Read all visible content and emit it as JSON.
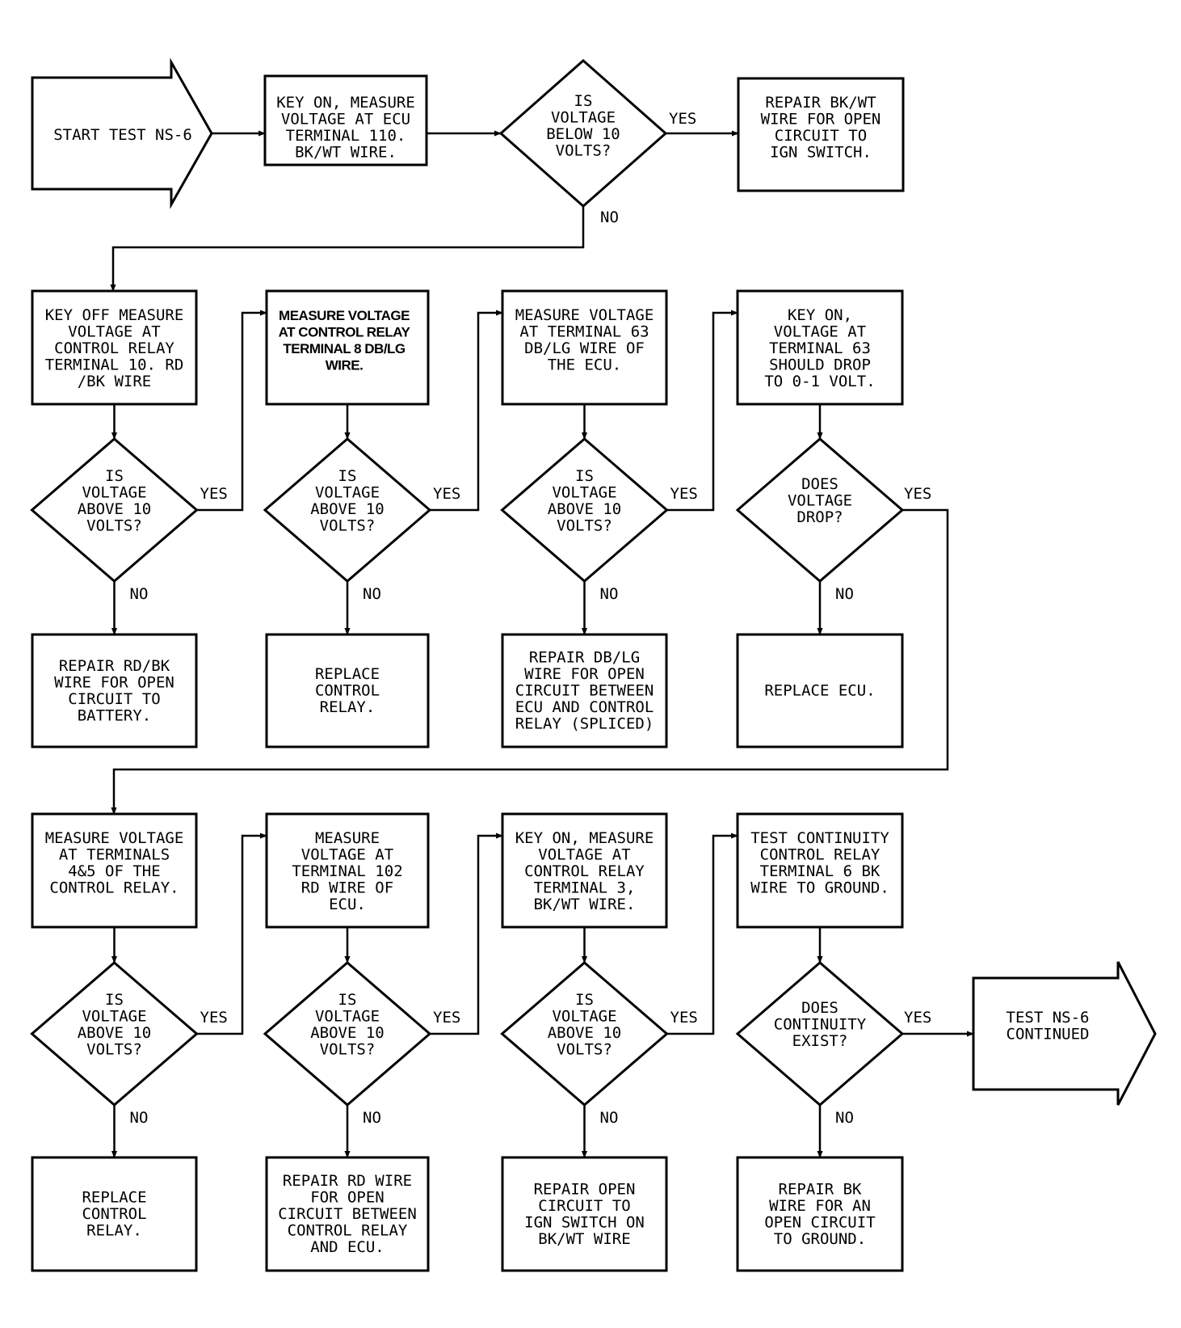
{
  "flowchart": {
    "start_label": "START TEST NS-6",
    "continued_label": [
      "TEST NS-6",
      "CONTINUED"
    ],
    "row1": {
      "measure_ecu110": [
        "KEY ON, MEASURE",
        "VOLTAGE AT ECU",
        "TERMINAL 110.",
        "BK/WT WIRE."
      ],
      "decision": [
        "IS",
        "VOLTAGE",
        "BELOW 10",
        "VOLTS?"
      ],
      "yes_label": "YES",
      "no_label": "NO",
      "repair_bkwt": [
        "REPAIR BK/WT",
        "WIRE FOR OPEN",
        "CIRCUIT TO",
        "IGN SWITCH."
      ]
    },
    "row2": {
      "boxes": [
        [
          "KEY OFF MEASURE",
          "VOLTAGE AT",
          "CONTROL RELAY",
          "TERMINAL 10. RD",
          "/BK WIRE"
        ],
        [
          "MEASURE VOLTAGE",
          "AT CONTROL RELAY",
          "TERMINAL 8 DB/LG",
          "WIRE."
        ],
        [
          "MEASURE VOLTAGE",
          "AT TERMINAL 63",
          "DB/LG WIRE OF",
          "THE ECU."
        ],
        [
          "KEY ON,",
          "VOLTAGE AT",
          "TERMINAL 63",
          "SHOULD DROP",
          "TO 0-1 VOLT."
        ]
      ],
      "decisions": [
        [
          "IS",
          "VOLTAGE",
          "ABOVE 10",
          "VOLTS?"
        ],
        [
          "IS",
          "VOLTAGE",
          "ABOVE 10",
          "VOLTS?"
        ],
        [
          "IS",
          "VOLTAGE",
          "ABOVE 10",
          "VOLTS?"
        ],
        [
          "DOES",
          "VOLTAGE",
          "DROP?"
        ]
      ],
      "outcomes": [
        [
          "REPAIR RD/BK",
          "WIRE FOR OPEN",
          "CIRCUIT TO",
          "BATTERY."
        ],
        [
          "REPLACE",
          "CONTROL",
          "RELAY."
        ],
        [
          "REPAIR DB/LG",
          "WIRE FOR OPEN",
          "CIRCUIT BETWEEN",
          "ECU AND CONTROL",
          "RELAY (SPLICED)"
        ],
        [
          "REPLACE ECU."
        ]
      ]
    },
    "row3": {
      "boxes": [
        [
          "MEASURE VOLTAGE",
          "AT TERMINALS",
          "4&5 OF THE",
          "CONTROL RELAY."
        ],
        [
          "MEASURE",
          "VOLTAGE AT",
          "TERMINAL 102",
          "RD WIRE OF",
          "ECU."
        ],
        [
          "KEY ON, MEASURE",
          "VOLTAGE AT",
          "CONTROL RELAY",
          "TERMINAL 3,",
          "BK/WT WIRE."
        ],
        [
          "TEST CONTINUITY",
          "CONTROL RELAY",
          "TERMINAL 6 BK",
          "WIRE TO GROUND."
        ]
      ],
      "decisions": [
        [
          "IS",
          "VOLTAGE",
          "ABOVE 10",
          "VOLTS?"
        ],
        [
          "IS",
          "VOLTAGE",
          "ABOVE 10",
          "VOLTS?"
        ],
        [
          "IS",
          "VOLTAGE",
          "ABOVE 10",
          "VOLTS?"
        ],
        [
          "DOES",
          "CONTINUITY",
          "EXIST?"
        ]
      ],
      "outcomes": [
        [
          "REPLACE",
          "CONTROL",
          "RELAY."
        ],
        [
          "REPAIR RD WIRE",
          "FOR OPEN",
          "CIRCUIT BETWEEN",
          "CONTROL RELAY",
          "AND ECU."
        ],
        [
          "REPAIR OPEN",
          "CIRCUIT TO",
          "IGN SWITCH ON",
          "BK/WT WIRE"
        ],
        [
          "REPAIR BK",
          "WIRE FOR AN",
          "OPEN CIRCUIT",
          "TO GROUND."
        ]
      ]
    },
    "yes_label": "YES",
    "no_label": "NO"
  }
}
